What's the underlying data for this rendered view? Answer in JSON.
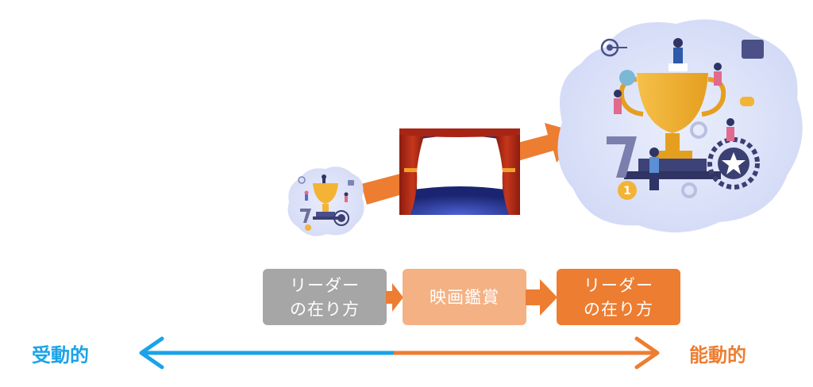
{
  "diagram": {
    "boxes": [
      {
        "id": "before",
        "text": "リーダー\nの在り方",
        "color": "#a6a6a6"
      },
      {
        "id": "movie",
        "text": "映画鑑賞",
        "color": "#f4b183"
      },
      {
        "id": "after",
        "text": "リーダー\nの在り方",
        "color": "#ed7d31"
      }
    ],
    "axis": {
      "left_label": "受動的",
      "right_label": "能動的",
      "left_color": "#1aa3e8",
      "right_color": "#ed7d31"
    },
    "icons": [
      "small-trophy-team-illustration",
      "theater-curtain-icon",
      "large-trophy-team-illustration"
    ],
    "accent_orange": "#ed7d31"
  }
}
